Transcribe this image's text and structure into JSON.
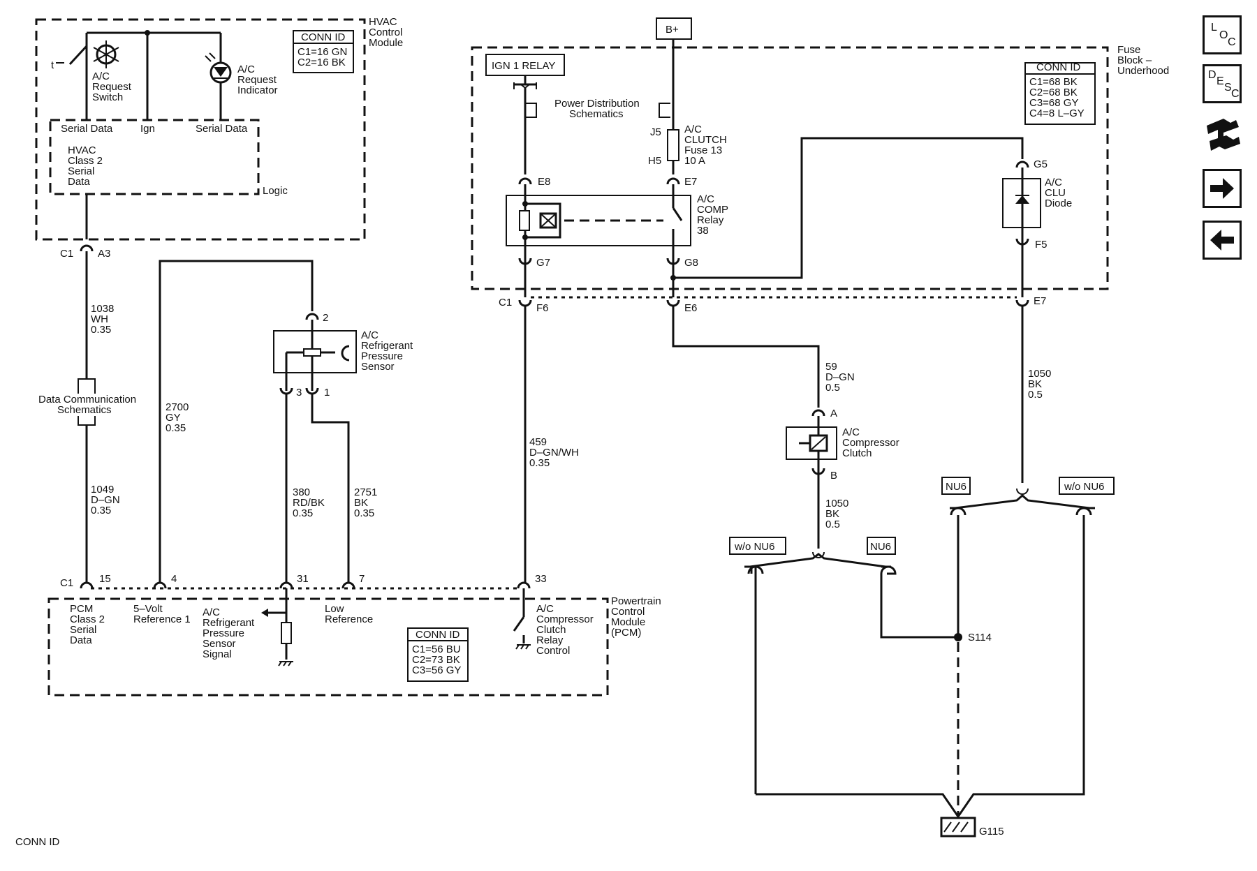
{
  "side_nav": {
    "loc": [
      "L",
      "O",
      "C"
    ],
    "desc": [
      "D",
      "E",
      "S",
      "C"
    ]
  },
  "hvac": {
    "title": [
      "HVAC",
      "Control",
      "Module"
    ],
    "conn_title": "CONN ID",
    "conn": [
      "C1=16 GN",
      "C2=16 BK"
    ],
    "switch_label": [
      "A/C",
      "Request",
      "Switch"
    ],
    "indicator_label": [
      "A/C",
      "Request",
      "Indicator"
    ],
    "pin_serial_left": "Serial Data",
    "pin_ign": "Ign",
    "pin_serial_right": "Serial Data",
    "class2": [
      "HVAC",
      "Class 2",
      "Serial",
      "Data"
    ],
    "logic": "Logic",
    "conn_c1": "C1",
    "conn_a3": "A3"
  },
  "fuse_block": {
    "title": [
      "Fuse",
      "Block –",
      "Underhood"
    ],
    "bplus": "B+",
    "ign_relay": "IGN 1 RELAY",
    "power_dist": [
      "Power Distribution",
      "Schematics"
    ],
    "conn_title": "CONN ID",
    "conn": [
      "C1=68 BK",
      "C2=68 BK",
      "C3=68 GY",
      "C4=8 L–GY"
    ],
    "fuse_j5": "J5",
    "fuse_h5": "H5",
    "fuse_label": [
      "A/C",
      "CLUTCH",
      "Fuse 13",
      "10 A"
    ],
    "e8": "E8",
    "e7_top": "E7",
    "g5": "G5",
    "relay_label": [
      "A/C",
      "COMP",
      "Relay",
      "38"
    ],
    "diode_label": [
      "A/C",
      "CLU",
      "Diode"
    ],
    "f5": "F5",
    "g7": "G7",
    "g8": "G8",
    "c1": "C1",
    "f6": "F6",
    "e6": "E6",
    "e7_bottom": "E7"
  },
  "wires": {
    "w1038": [
      "1038",
      "WH",
      "0.35"
    ],
    "data_comm": [
      "Data Communication",
      "Schematics"
    ],
    "w1049": [
      "1049",
      "D–GN",
      "0.35"
    ],
    "w2700": [
      "2700",
      "GY",
      "0.35"
    ],
    "w380": [
      "380",
      "RD/BK",
      "0.35"
    ],
    "w2751": [
      "2751",
      "BK",
      "0.35"
    ],
    "w459": [
      "459",
      "D–GN/WH",
      "0.35"
    ],
    "w59": [
      "59",
      "D–GN",
      "0.5"
    ],
    "w1050a": [
      "1050",
      "BK",
      "0.5"
    ],
    "w1050b": [
      "1050",
      "BK",
      "0.5"
    ]
  },
  "sensor": {
    "label": [
      "A/C",
      "Refrigerant",
      "Pressure",
      "Sensor"
    ],
    "pin2": "2",
    "pin3": "3",
    "pin1": "1"
  },
  "clutch": {
    "label": [
      "A/C",
      "Compressor",
      "Clutch"
    ],
    "pinA": "A",
    "pinB": "B"
  },
  "ground": {
    "nu6_left": "NU6",
    "wo_nu6_right": "w/o NU6",
    "wo_nu6_left": "w/o NU6",
    "nu6_right": "NU6",
    "splice": "S114",
    "ground": "G115"
  },
  "pcm": {
    "title": [
      "Powertrain",
      "Control",
      "Module",
      "(PCM)"
    ],
    "c1": "C1",
    "pins": [
      "15",
      "4",
      "31",
      "7",
      "33"
    ],
    "class2": [
      "PCM",
      "Class 2",
      "Serial",
      "Data"
    ],
    "ref5v": [
      "5–Volt",
      "Reference 1"
    ],
    "signal": [
      "A/C",
      "Refrigerant",
      "Pressure",
      "Sensor",
      "Signal"
    ],
    "lowref": [
      "Low",
      "Reference"
    ],
    "clutch_ctrl": [
      "A/C",
      "Compressor",
      "Clutch",
      "Relay",
      "Control"
    ],
    "conn_title": "CONN ID",
    "conn": [
      "C1=56 BU",
      "C2=73 BK",
      "C3=56 GY"
    ]
  },
  "footer": "CONN ID"
}
